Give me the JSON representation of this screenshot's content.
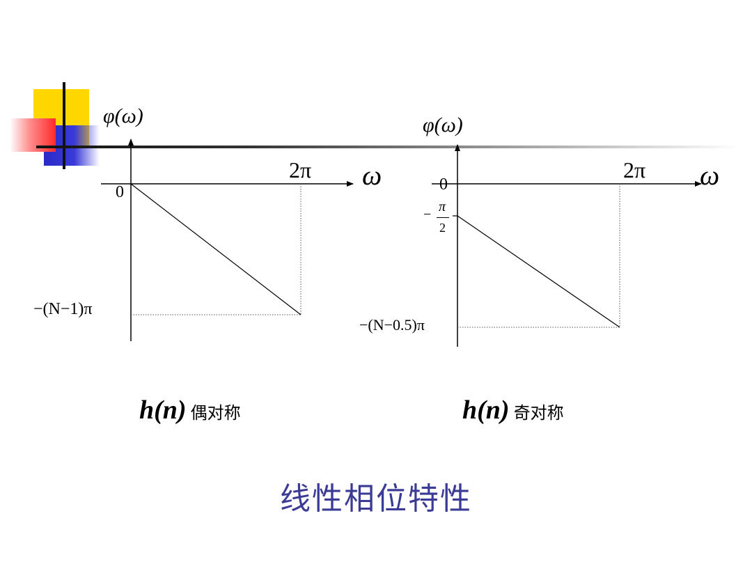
{
  "slide": {
    "title": "线性相位特性",
    "accent_color": "#3b3b96"
  },
  "plots": [
    {
      "y_label": "φ(ω)",
      "x_label": "ω",
      "x_tick": "2π",
      "y_ticks": [
        "0",
        "−(N−1)π"
      ],
      "caption_math": "h(n)",
      "caption_text": "偶对称"
    },
    {
      "y_label": "φ(ω)",
      "x_label": "ω",
      "x_tick": "2π",
      "y_ticks": [
        "0",
        "−",
        "π",
        "2",
        "−(N−0.5)π"
      ],
      "caption_math": "h(n)",
      "caption_text": "奇对称"
    }
  ]
}
